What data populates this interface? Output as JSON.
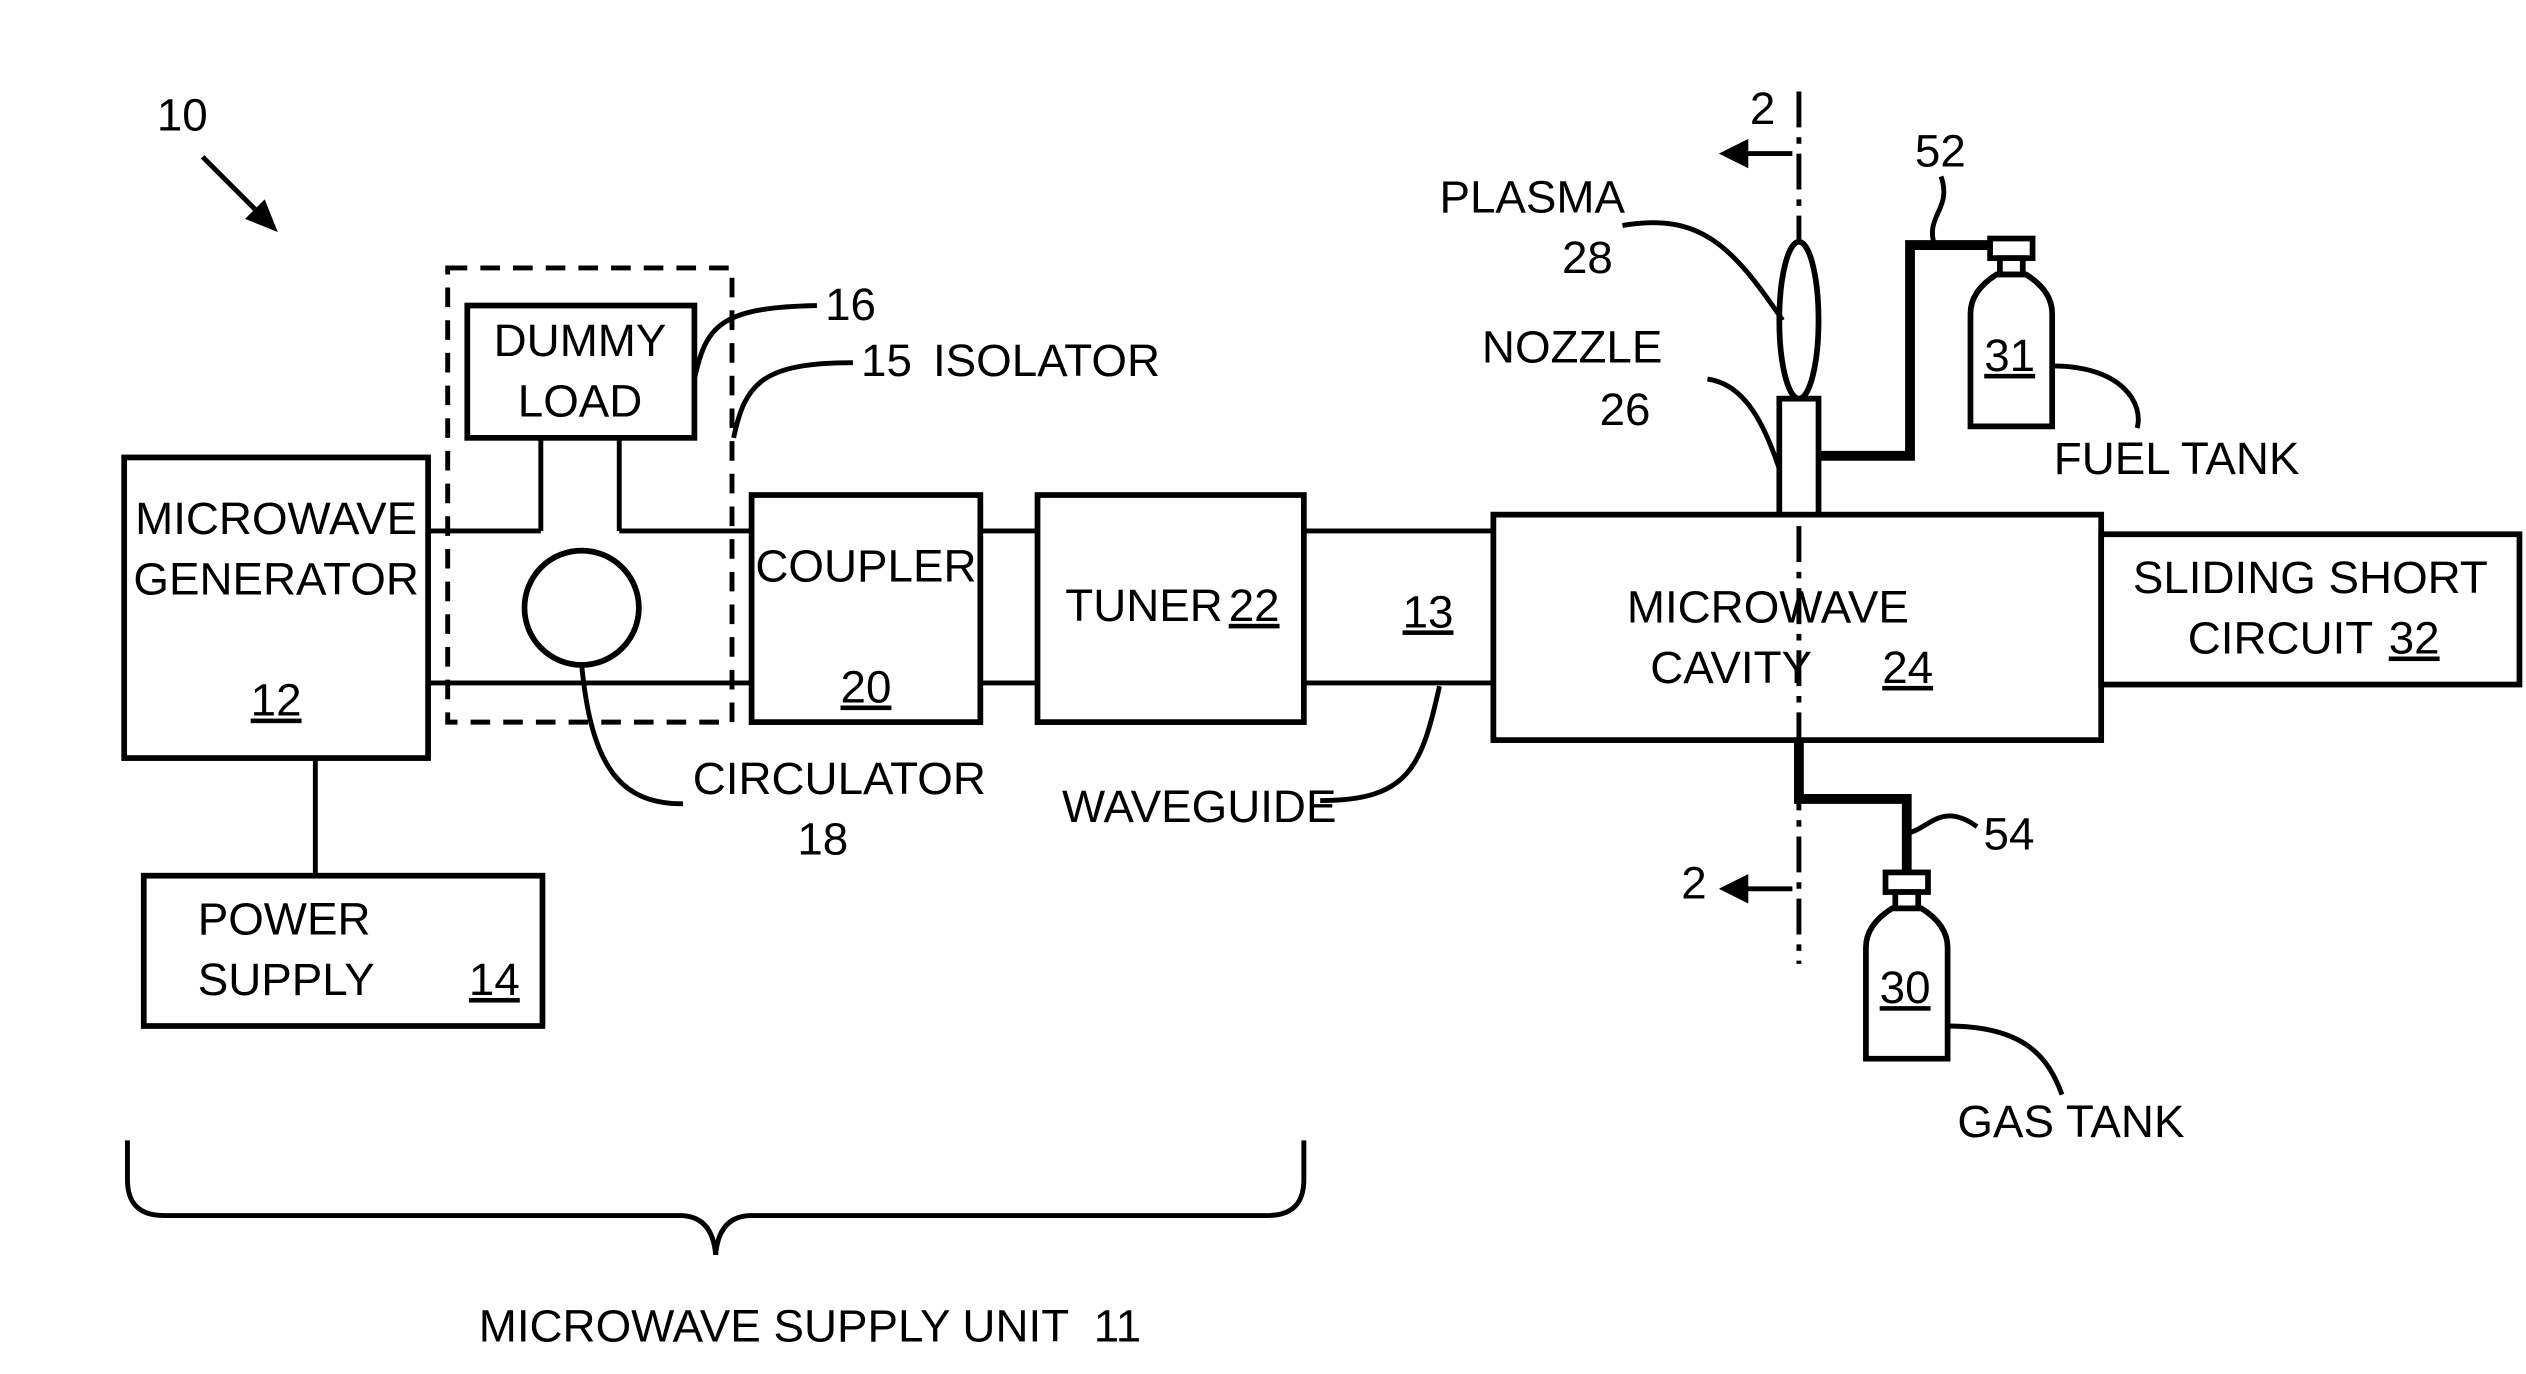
{
  "figure_ref": "10",
  "blocks": {
    "microwave_generator": {
      "line1": "MICROWAVE",
      "line2": "GENERATOR",
      "ref": "12"
    },
    "power_supply": {
      "line1": "POWER",
      "line2": "SUPPLY",
      "ref": "14"
    },
    "dummy_load": {
      "line1": "DUMMY",
      "line2": "LOAD",
      "ref": "16"
    },
    "isolator": {
      "ref": "15",
      "label": "ISOLATOR"
    },
    "circulator": {
      "label": "CIRCULATOR",
      "ref": "18"
    },
    "coupler": {
      "label": "COUPLER",
      "ref": "20"
    },
    "tuner": {
      "label": "TUNER",
      "ref": "22"
    },
    "waveguide": {
      "label": "WAVEGUIDE",
      "ref": "13"
    },
    "microwave_cavity": {
      "line1": "MICROWAVE",
      "line2": "CAVITY",
      "ref": "24"
    },
    "sliding_short": {
      "line1": "SLIDING SHORT",
      "line2": "CIRCUIT",
      "ref": "32"
    },
    "nozzle": {
      "label": "NOZZLE",
      "ref": "26"
    },
    "plasma": {
      "label": "PLASMA",
      "ref": "28"
    },
    "fuel_tank": {
      "label": "FUEL TANK",
      "ref": "31",
      "line_ref": "52"
    },
    "gas_tank": {
      "label": "GAS TANK",
      "ref": "30",
      "line_ref": "54"
    }
  },
  "section_marks": {
    "top": "2",
    "bottom": "2"
  },
  "brace_label": "MICROWAVE SUPPLY UNIT  11"
}
